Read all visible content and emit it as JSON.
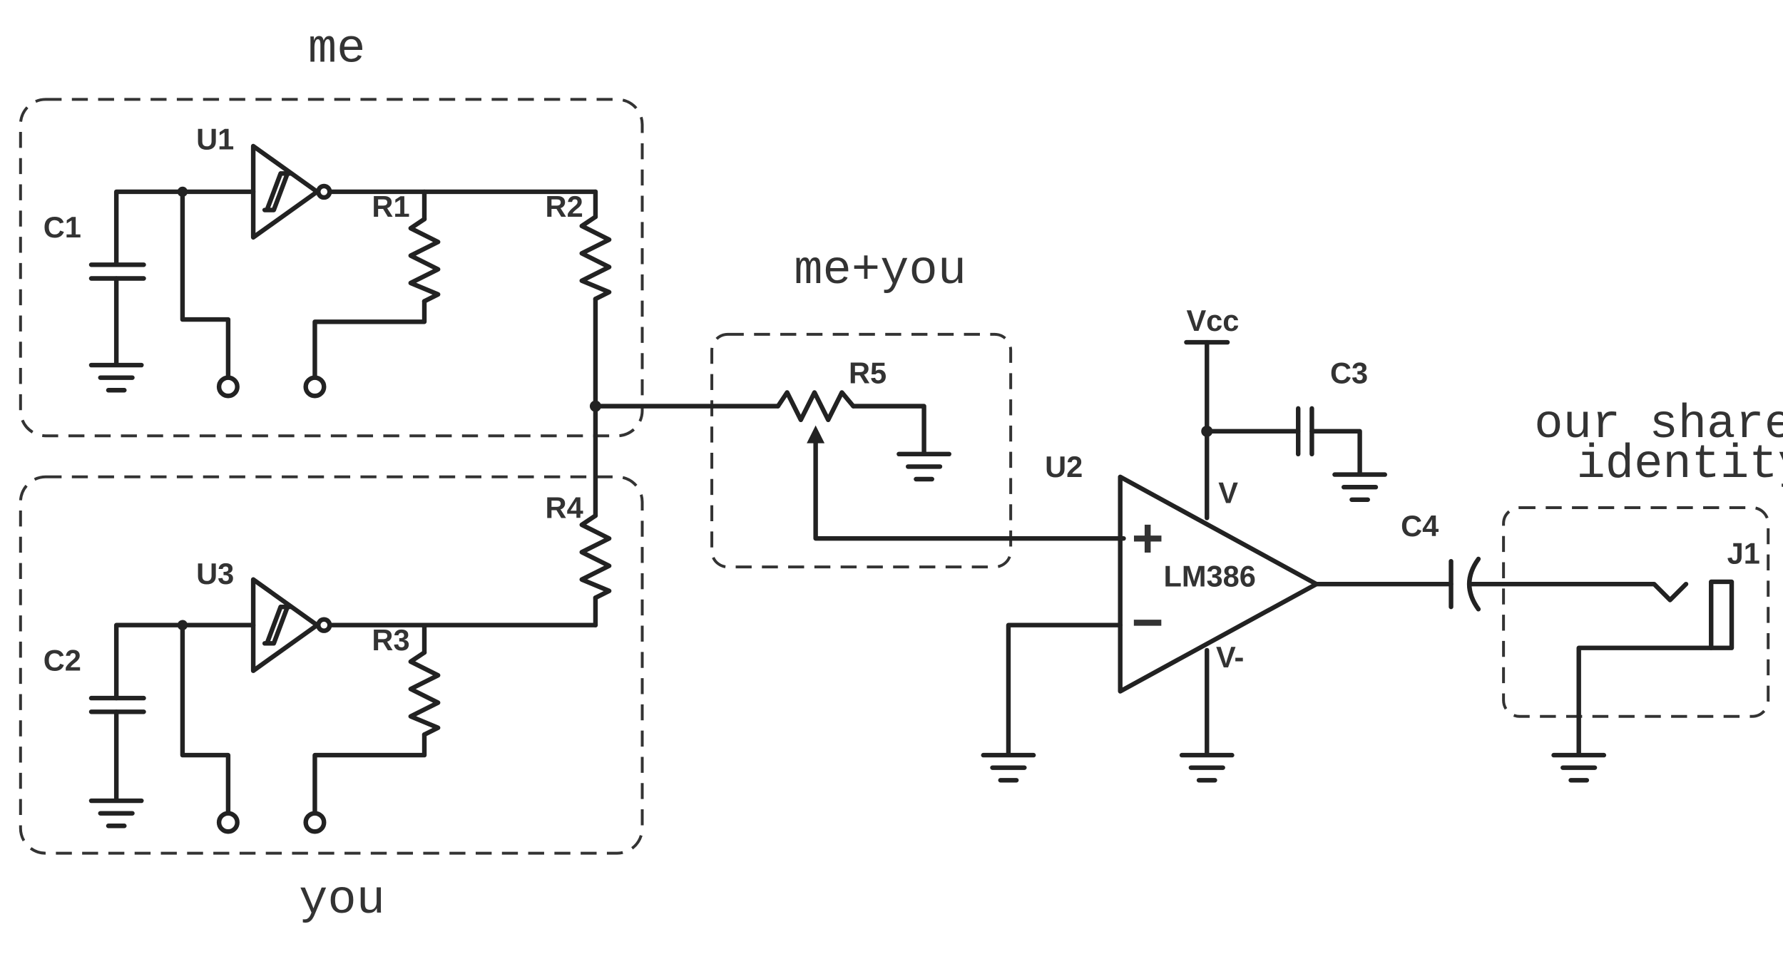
{
  "groups": {
    "me": "me",
    "you": "you",
    "me_you": "me+you",
    "shared": [
      "our shared",
      "identity"
    ]
  },
  "refs": {
    "U1": "U1",
    "U2": "U2",
    "U3": "U3",
    "C1": "C1",
    "C2": "C2",
    "C3": "C3",
    "C4": "C4",
    "R1": "R1",
    "R2": "R2",
    "R3": "R3",
    "R4": "R4",
    "R5": "R5",
    "J1": "J1",
    "Vcc": "Vcc",
    "amp_part": "LM386",
    "amp_pin_v": "V",
    "amp_pin_vminus": "V-",
    "amp_plus": "+",
    "amp_minus": "−"
  },
  "icons": [
    "schmitt-inverter-icon",
    "resistor-icon",
    "capacitor-icon",
    "potentiometer-icon",
    "ground-icon",
    "op-amp-icon",
    "audio-jack-icon"
  ]
}
